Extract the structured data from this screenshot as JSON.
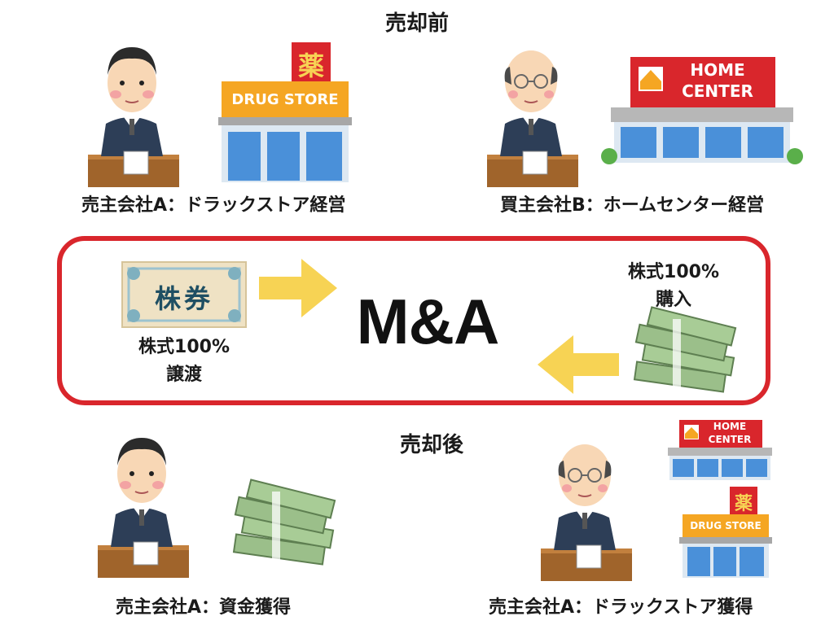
{
  "headings": {
    "before": "売却前",
    "after": "売却後"
  },
  "center": {
    "ma_title": "M&A",
    "left_label_line1": "株式100%",
    "left_label_line2": "譲渡",
    "right_label_line1": "株式100%",
    "right_label_line2": "購入",
    "stock_certificate_text": "株券"
  },
  "stores": {
    "drug_sign": "薬",
    "drug_banner": "DRUG STORE",
    "home_banner_line1": "HOME",
    "home_banner_line2": "CENTER"
  },
  "captions": {
    "seller_before": "売主会社A：ドラックストア経営",
    "buyer_before": "買主会社B：ホームセンター経営",
    "seller_after": "売主会社A：資金獲得",
    "buyer_after": "売主会社A：ドラックストア獲得"
  },
  "colors": {
    "frame_red": "#d9262c",
    "arrow_yellow": "#f7d354",
    "suit_navy": "#2d3e57",
    "banner_orange": "#f5a623",
    "banner_red": "#d9262c",
    "money_green": "#9bbf8a"
  }
}
